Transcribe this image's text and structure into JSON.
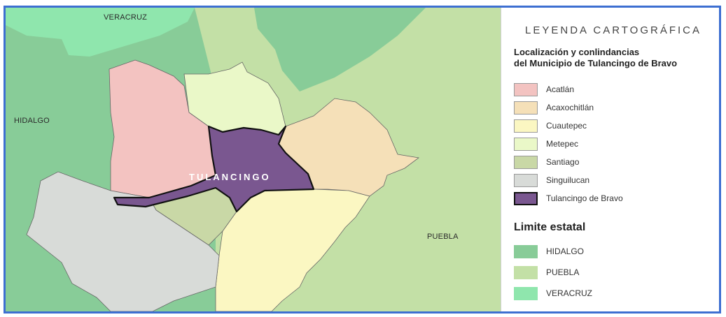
{
  "map": {
    "state_labels": {
      "veracruz": "VERACRUZ",
      "hidalgo": "HIDALGO",
      "puebla": "PUEBLA"
    },
    "municipality_label": "TULANCINGO"
  },
  "legend": {
    "title": "LEYENDA CARTOGRÁFICA",
    "subtitle_line1": "Localización y conlindancias",
    "subtitle_line2": "del Municipio de Tulancingo de Bravo",
    "municipalities": [
      {
        "label": "Acatlán",
        "color": "#f3c3c1"
      },
      {
        "label": "Acaxochitlán",
        "color": "#f5e0b8"
      },
      {
        "label": "Cuautepec",
        "color": "#fbf7c2"
      },
      {
        "label": "Metepec",
        "color": "#eaf8c8"
      },
      {
        "label": "Santiago",
        "color": "#c9d8a6"
      },
      {
        "label": "Singuilucan",
        "color": "#d8dbd8"
      },
      {
        "label": "Tulancingo de Bravo",
        "color": "#7a5790"
      }
    ],
    "state_heading": "Limite estatal",
    "states": [
      {
        "label": "HIDALGO",
        "color": "#88cc98"
      },
      {
        "label": "PUEBLA",
        "color": "#c3e0a6"
      },
      {
        "label": "VERACRUZ",
        "color": "#8fe6ad"
      }
    ]
  }
}
